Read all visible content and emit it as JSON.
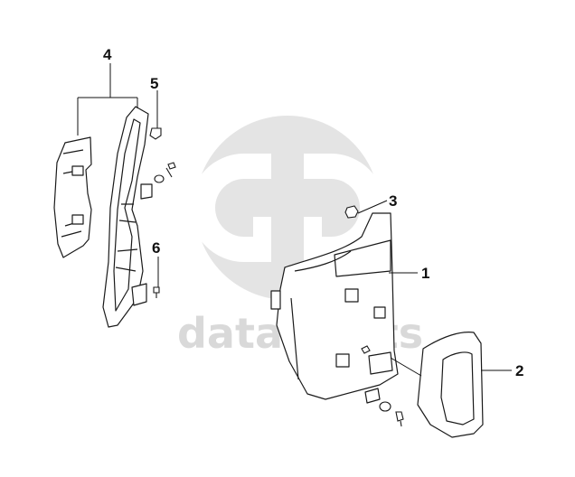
{
  "diagram": {
    "callouts": [
      {
        "id": "1",
        "label": "1"
      },
      {
        "id": "2",
        "label": "2"
      },
      {
        "id": "3",
        "label": "3"
      },
      {
        "id": "4",
        "label": "4"
      },
      {
        "id": "5",
        "label": "5"
      },
      {
        "id": "6",
        "label": "6"
      }
    ],
    "watermark": {
      "text": "data-parts",
      "color": "#d9d9d9"
    },
    "colors": {
      "line": "#1a1a1a",
      "leader": "#111111"
    }
  }
}
